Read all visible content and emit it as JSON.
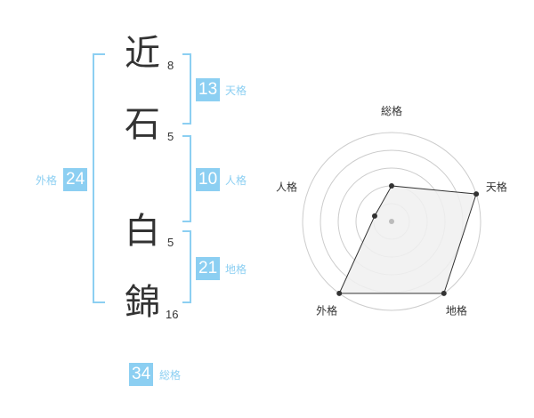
{
  "name": {
    "chars": [
      {
        "char": "近",
        "strokes": "8"
      },
      {
        "char": "石",
        "strokes": "5"
      },
      {
        "char": "白",
        "strokes": "5"
      },
      {
        "char": "錦",
        "strokes": "16"
      }
    ]
  },
  "fortune": {
    "tenkaku": {
      "value": "13",
      "label": "天格"
    },
    "jinkaku": {
      "value": "10",
      "label": "人格"
    },
    "chikaku": {
      "value": "21",
      "label": "地格"
    },
    "gaikaku": {
      "value": "24",
      "label": "外格"
    },
    "soukaku": {
      "value": "34",
      "label": "総格"
    }
  },
  "colors": {
    "accent": "#8ccff2",
    "text": "#333333",
    "ring": "#cccccc",
    "fill": "#f0f0f0"
  },
  "chart_data": {
    "type": "radar",
    "axes": [
      "総格",
      "天格",
      "地格",
      "外格",
      "人格"
    ],
    "values": [
      2,
      5,
      5,
      5,
      1
    ],
    "max": 5,
    "rings": 5
  }
}
